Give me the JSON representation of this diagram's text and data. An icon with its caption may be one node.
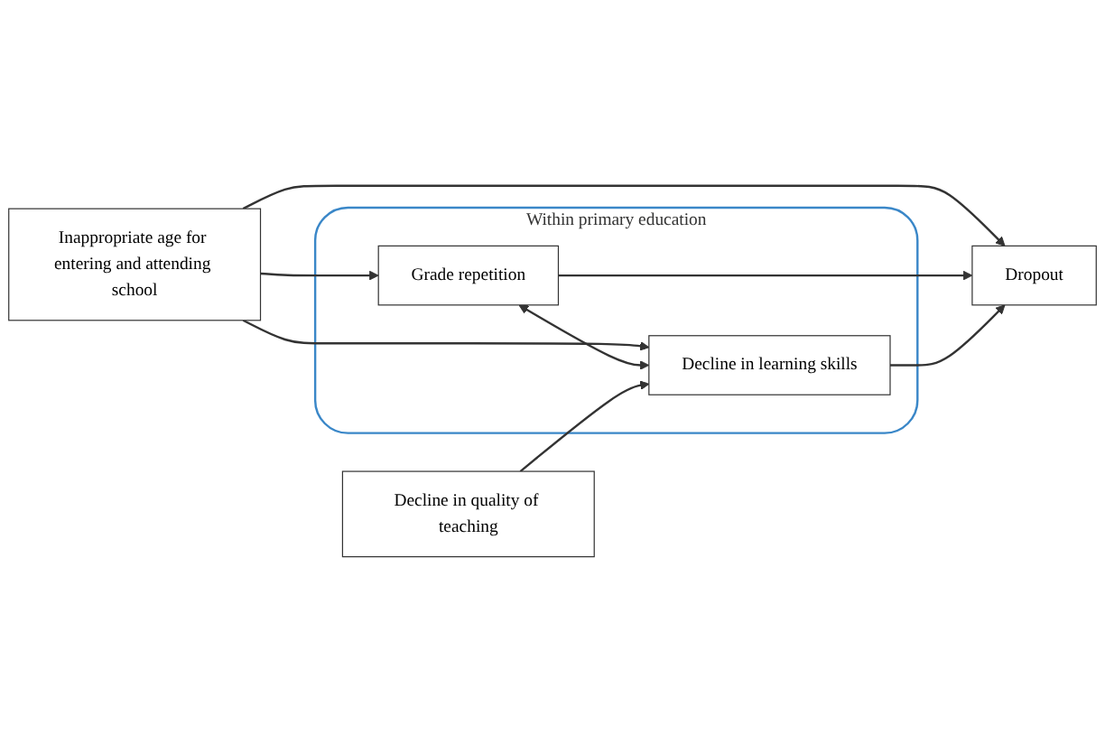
{
  "diagram": {
    "nodes": [
      {
        "text": [
          "Within primary education"
        ]
      },
      {
        "text": [
          "Grade repetition"
        ],
        "in": 0
      },
      {
        "text": [
          "Inappropriate age for entering and attending school"
        ]
      },
      {
        "text": [
          "Dropout"
        ]
      },
      {
        "text": [
          "Decline in learning skills"
        ],
        "in": 0
      },
      {
        "text": [
          "Decline in quality of teaching"
        ]
      }
    ],
    "edges": [
      {
        "from": 2,
        "to": 1,
        "arrow": "to"
      },
      {
        "from": 2,
        "to": 3,
        "arrow": "to"
      },
      {
        "from": 2,
        "to": 4,
        "arrow": "to"
      },
      {
        "from": 1,
        "to": 3,
        "arrow": "to"
      },
      {
        "from": 1,
        "to": 4,
        "arrow": "both"
      },
      {
        "from": 4,
        "to": 3,
        "arrow": "to"
      },
      {
        "from": 5,
        "to": 4,
        "arrow": "to"
      }
    ]
  }
}
